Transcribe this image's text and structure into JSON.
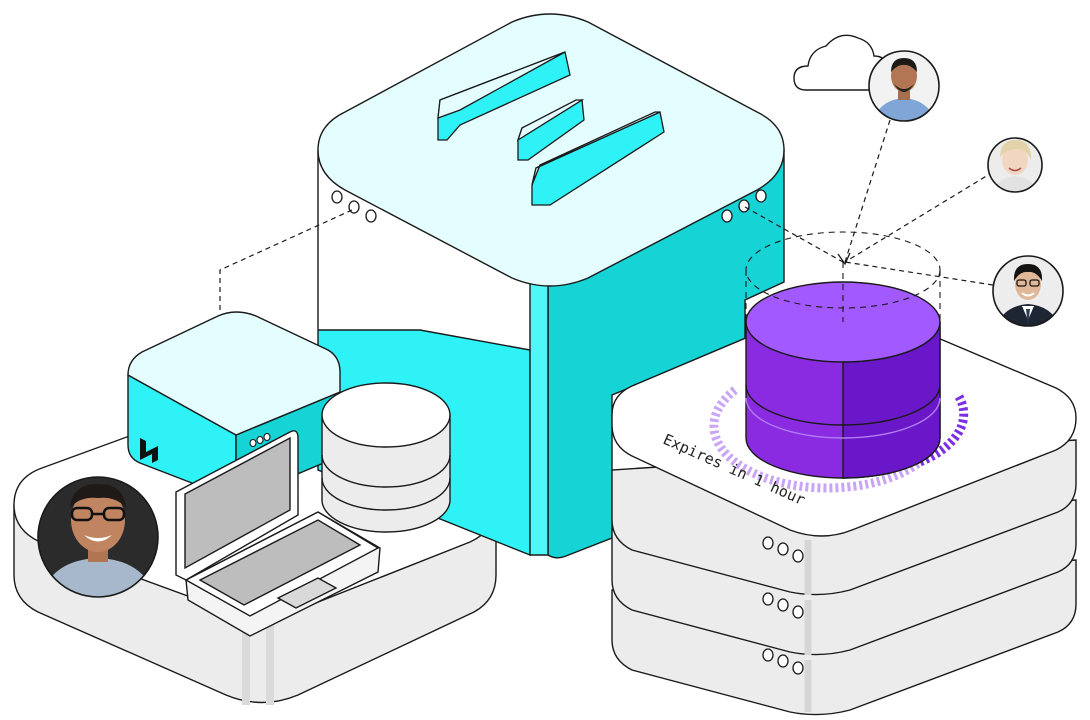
{
  "label": {
    "expires": "Expires in 1 hour"
  },
  "colors": {
    "cyan_top": "#e4fdff",
    "cyan_side": "#2ef2f5",
    "cyan_dark": "#16d3d6",
    "purple_top": "#a259ff",
    "purple_side": "#8a2be2",
    "purple_dark": "#6a17c9",
    "gray_side": "#ececec",
    "stroke": "#1a1a1a"
  },
  "icons": {
    "logo": "stacked-chevrons-logo",
    "small_logo": "small-chevron-logo",
    "cloud": "cloud-icon"
  },
  "people": [
    "person-in-blue-shirt",
    "person-with-short-blonde-hair",
    "person-in-suit",
    "person-with-glasses"
  ]
}
